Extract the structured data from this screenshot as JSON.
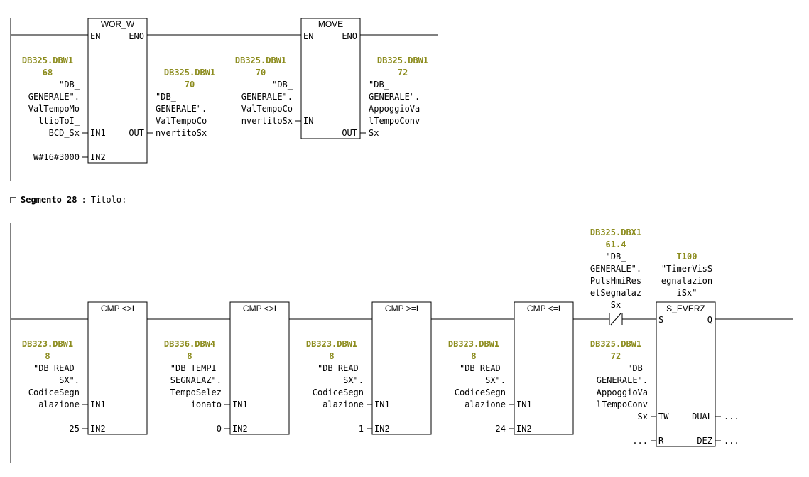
{
  "segment": {
    "label": "Segmento 28",
    "separator": ":",
    "title": "Titolo:"
  },
  "network27": {
    "wor": {
      "title": "WOR_W",
      "en": "EN",
      "eno": "ENO",
      "in1": "IN1",
      "in2": "IN2",
      "out": "OUT",
      "in1_addr": [
        "DB325.DBW1",
        "68"
      ],
      "in1_sym": [
        "\"DB_",
        "GENERALE\".",
        "ValTempoMo",
        "ltipToI_",
        "BCD_Sx"
      ],
      "in2_const": "W#16#3000",
      "out_addr": [
        "DB325.DBW1",
        "70"
      ],
      "out_sym": [
        "\"DB_",
        "GENERALE\".",
        "ValTempoCo",
        "nvertitoSx"
      ]
    },
    "move": {
      "title": "MOVE",
      "en": "EN",
      "eno": "ENO",
      "in": "IN",
      "out": "OUT",
      "in_addr": [
        "DB325.DBW1",
        "70"
      ],
      "in_sym": [
        "\"DB_",
        "GENERALE\".",
        "ValTempoCo",
        "nvertitoSx"
      ],
      "out_addr": [
        "DB325.DBW1",
        "72"
      ],
      "out_sym": [
        "\"DB_",
        "GENERALE\".",
        "AppoggioVa",
        "lTempoConv",
        "Sx"
      ]
    }
  },
  "network28": {
    "cmps": [
      {
        "title": "CMP <>I",
        "in1": "IN1",
        "in2": "IN2",
        "in1_addr": [
          "DB323.DBW1",
          "8"
        ],
        "in1_sym": [
          "\"DB_READ_",
          "SX\".",
          "CodiceSegn",
          "alazione"
        ],
        "in2_val": "25"
      },
      {
        "title": "CMP <>I",
        "in1": "IN1",
        "in2": "IN2",
        "in1_addr": [
          "DB336.DBW4",
          "8"
        ],
        "in1_sym": [
          "\"DB_TEMPI_",
          "SEGNALAZ\".",
          "TempoSelez",
          "ionato"
        ],
        "in2_val": "0"
      },
      {
        "title": "CMP >=I",
        "in1": "IN1",
        "in2": "IN2",
        "in1_addr": [
          "DB323.DBW1",
          "8"
        ],
        "in1_sym": [
          "\"DB_READ_",
          "SX\".",
          "CodiceSegn",
          "alazione"
        ],
        "in2_val": "1"
      },
      {
        "title": "CMP <=I",
        "in1": "IN1",
        "in2": "IN2",
        "in1_addr": [
          "DB323.DBW1",
          "8"
        ],
        "in1_sym": [
          "\"DB_READ_",
          "SX\".",
          "CodiceSegn",
          "alazione"
        ],
        "in2_val": "24"
      }
    ],
    "contact": {
      "addr": [
        "DB325.DBX1",
        "61.4"
      ],
      "sym": [
        "\"DB_",
        "GENERALE\".",
        "PulsHmiRes",
        "etSegnalaz",
        "Sx"
      ]
    },
    "timer": {
      "addr": "T100",
      "sym": [
        "\"TimerVisS",
        "egnalazion",
        "iSx\""
      ],
      "title": "S_EVERZ",
      "s": "S",
      "q": "Q",
      "tw": "TW",
      "dual": "DUAL",
      "r": "R",
      "dez": "DEZ",
      "tw_addr": [
        "DB325.DBW1",
        "72"
      ],
      "tw_sym": [
        "\"DB_",
        "GENERALE\".",
        "AppoggioVa",
        "lTempoConv",
        "Sx"
      ],
      "dual_out": "...",
      "dez_out": "...",
      "r_in": "..."
    }
  }
}
